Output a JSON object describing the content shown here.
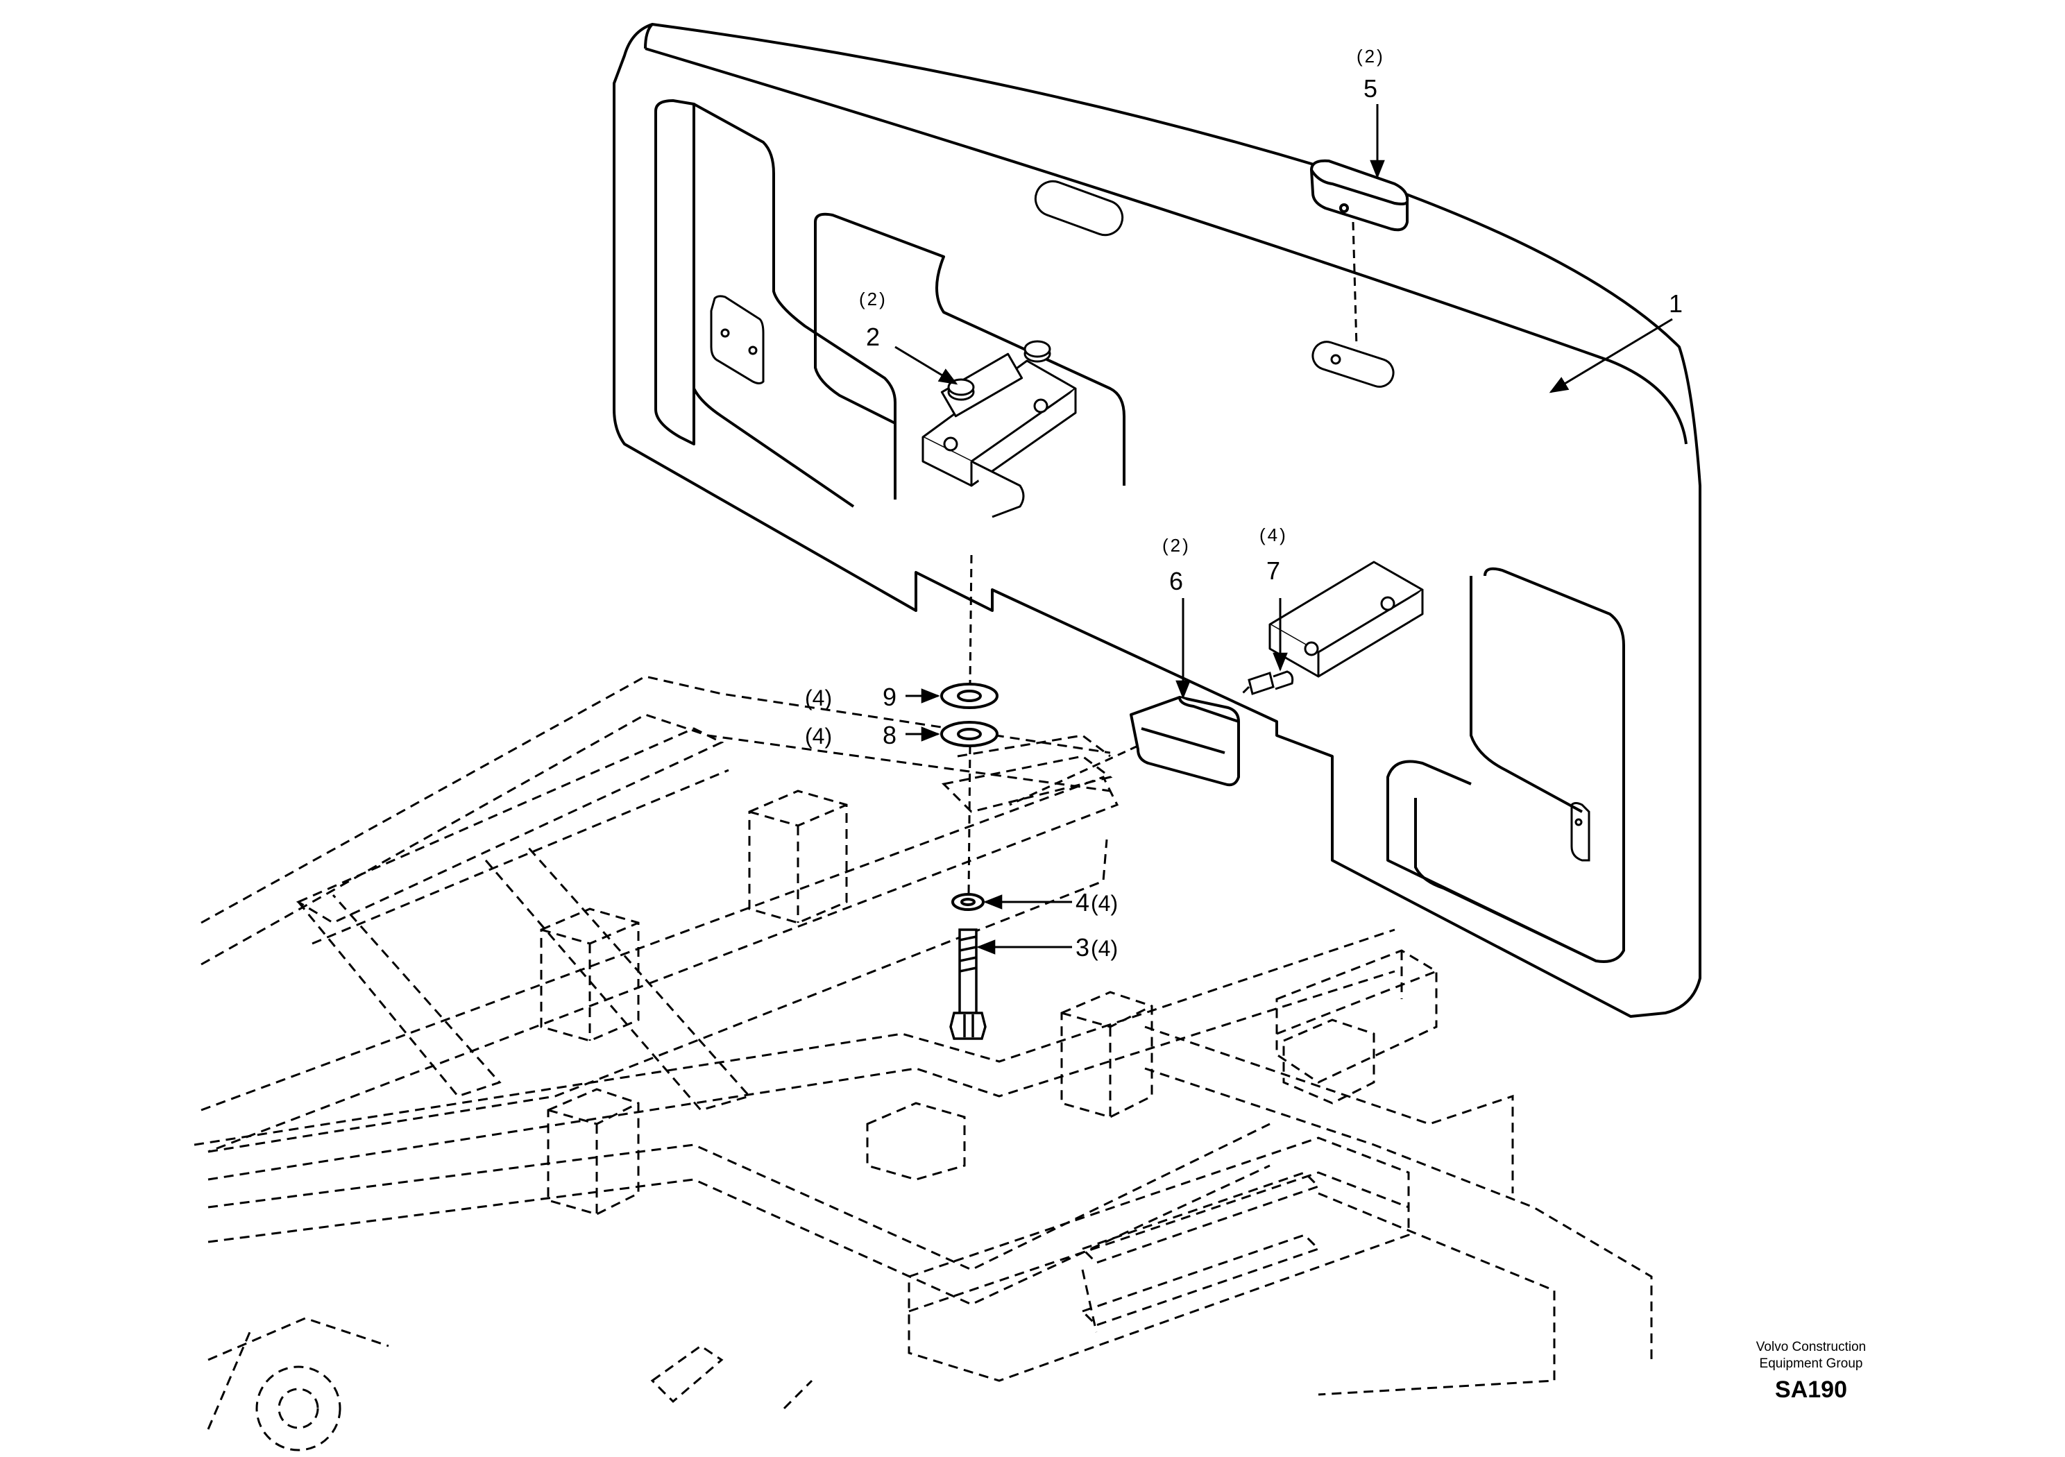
{
  "callouts": [
    {
      "id": "1",
      "number": "1",
      "qty": ""
    },
    {
      "id": "2",
      "number": "2",
      "qty": "(2)"
    },
    {
      "id": "3",
      "number": "3",
      "qty": "(4)"
    },
    {
      "id": "4",
      "number": "4",
      "qty": "(4)"
    },
    {
      "id": "5",
      "number": "5",
      "qty": "(2)"
    },
    {
      "id": "6",
      "number": "6",
      "qty": "(2)"
    },
    {
      "id": "7",
      "number": "7",
      "qty": "(4)"
    },
    {
      "id": "8",
      "number": "8",
      "qty": "(4)"
    },
    {
      "id": "9",
      "number": "9",
      "qty": "(4)"
    }
  ],
  "footer": {
    "company_line1": "Volvo Construction",
    "company_line2": "Equipment Group",
    "drawing_code": "SA190"
  },
  "colors": {
    "line": "#000000",
    "background": "#ffffff"
  }
}
